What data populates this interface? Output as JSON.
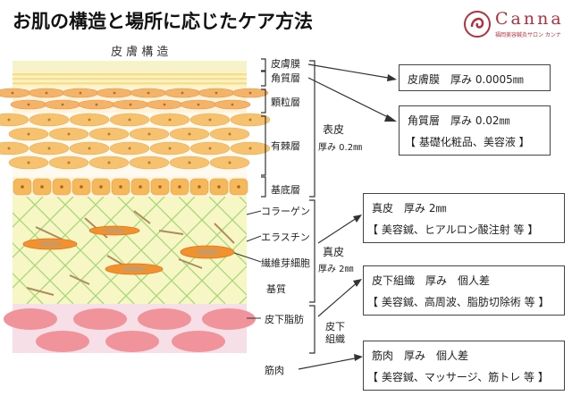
{
  "title": "お肌の構造と場所に応じたケア方法",
  "logo": {
    "name": "Canna",
    "sub": "福岡美容鍼灸サロン カンナ",
    "color": "#b3303f"
  },
  "diagram_caption": "皮 膚 構 造",
  "layer_labels": {
    "hifumaku": "皮膚膜",
    "kakushitsu": "角質層",
    "karyu": "顆粒層",
    "yukyoku": "有棘層",
    "kitei": "基底層",
    "collagen": "コラーゲン",
    "elastin": "エラスチン",
    "fibroblast": "繊維芽細胞",
    "kishitsu": "基質",
    "fat": "皮下脂肪",
    "muscle": "筋肉"
  },
  "group_labels": {
    "epidermis": "表皮",
    "epidermis_thickness": "厚み 0.2㎜",
    "dermis": "真皮",
    "dermis_thickness": "厚み 2㎜",
    "subcutis_1": "皮下",
    "subcutis_2": "組織"
  },
  "info_boxes": {
    "hifumaku": {
      "line1": "皮膚膜　厚み 0.0005㎜"
    },
    "kakushitsu": {
      "line1": "角質層　厚み 0.02㎜",
      "line2": "【 基礎化粧品、美容液 】"
    },
    "dermis": {
      "line1": "真皮　厚み 2㎜",
      "line2": "【 美容鍼、ヒアルロン酸注射 等 】"
    },
    "subcutis": {
      "line1": "皮下組織　厚み　個人差",
      "line2": "【 美容鍼、高周波、脂肪切除術 等 】"
    },
    "muscle": {
      "line1": "筋肉　厚み　個人差",
      "line2": "【 美容鍼、マッサージ、筋トレ 等 】"
    }
  },
  "colors": {
    "membrane": "#f7f3c9",
    "horny": "#fae9a2",
    "granular": "#f3b46a",
    "spinous": "#f7c26f",
    "basal": "#f5b85a",
    "dermis_bg": "#f6f7c4",
    "mesh": "#a9d67b",
    "fibroblast": "#f2912e",
    "fat_bg": "#f6dfe6",
    "fat_cell": "#f1939b"
  }
}
